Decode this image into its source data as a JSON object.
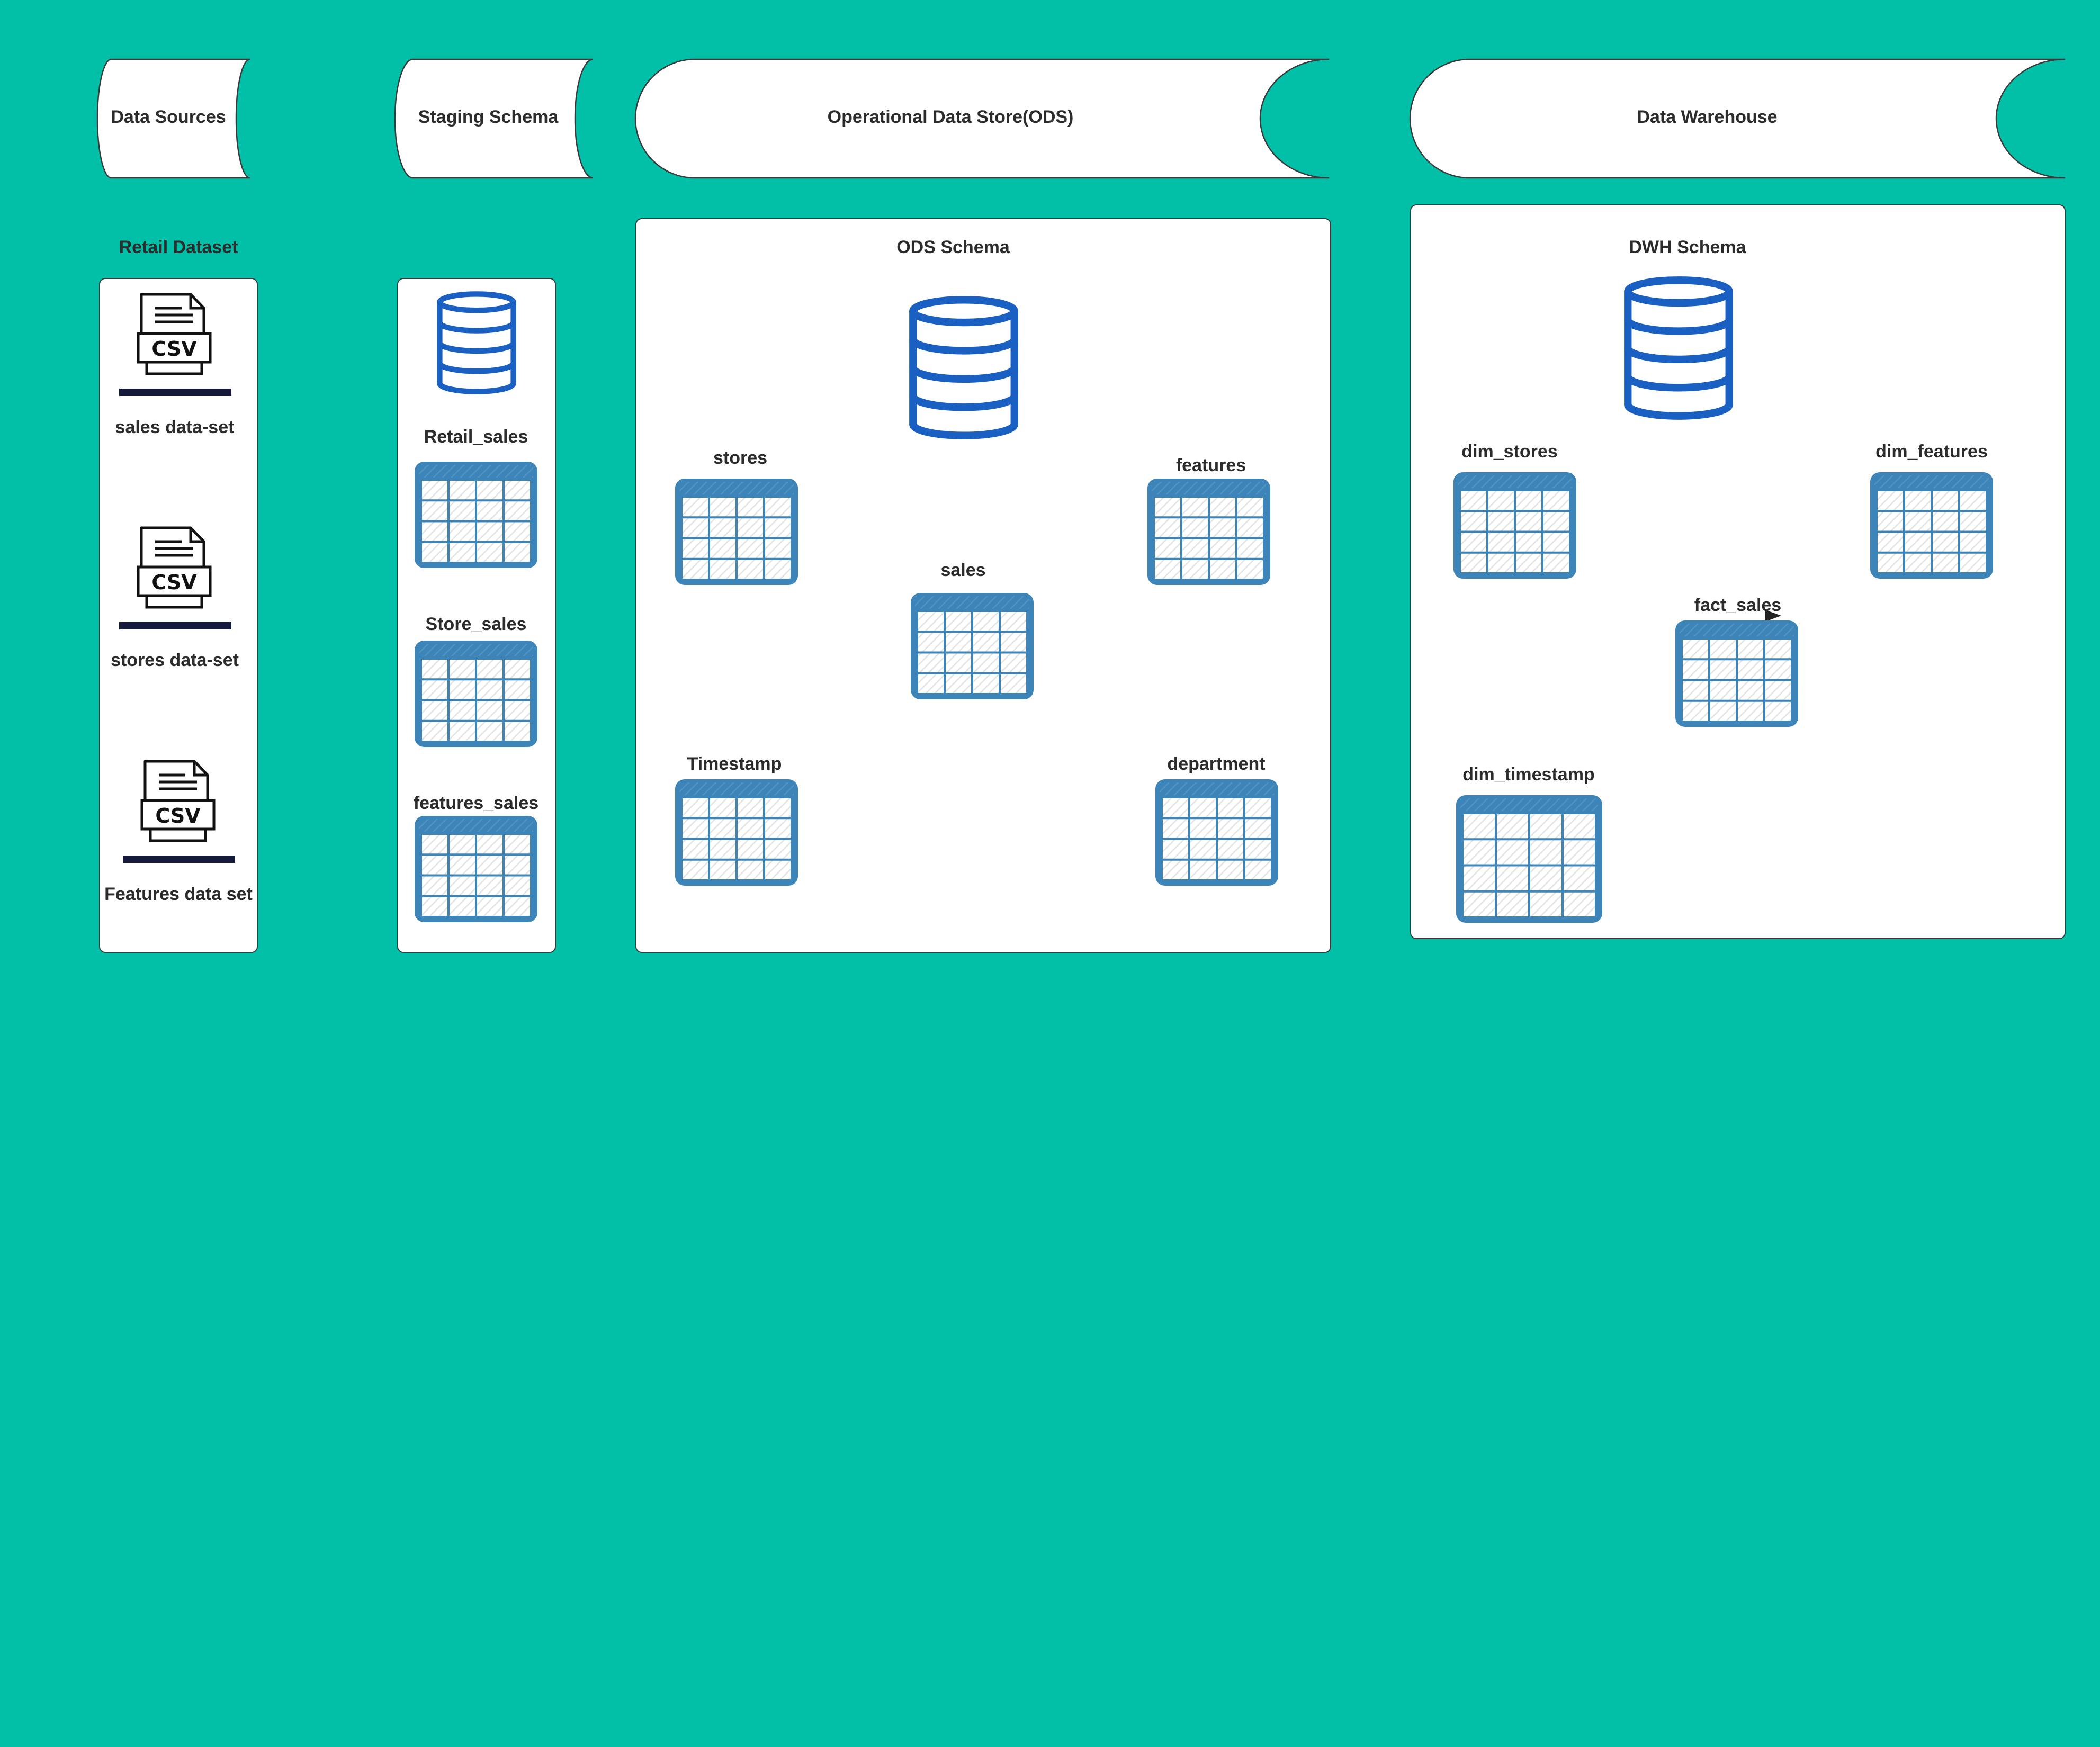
{
  "headers": {
    "data_sources": "Data Sources",
    "staging": "Staging Schema",
    "ods": "Operational Data Store(ODS)",
    "dwh": "Data Warehouse"
  },
  "data_sources": {
    "title": "Retail Dataset",
    "files": [
      {
        "label": "sales data-set",
        "icon": "csv-file-icon"
      },
      {
        "label": "stores data-set",
        "icon": "csv-file-icon"
      },
      {
        "label": "Features data set",
        "icon": "csv-file-icon"
      }
    ],
    "csv_text": "CSV"
  },
  "staging": {
    "tables": [
      "Retail_sales",
      "Store_sales",
      "features_sales"
    ]
  },
  "ods": {
    "title": "ODS Schema",
    "tables": [
      "stores",
      "features",
      "sales",
      "Timestamp",
      "department"
    ]
  },
  "dwh": {
    "title": "DWH Schema",
    "tables": [
      "dim_stores",
      "dim_features",
      "fact_sales",
      "dim_timestamp"
    ]
  },
  "colors": {
    "background": "#02c0a7",
    "table_icon": "#3d85b8",
    "database_icon": "#1a5fc2",
    "database_fill": "#8ddcee"
  }
}
